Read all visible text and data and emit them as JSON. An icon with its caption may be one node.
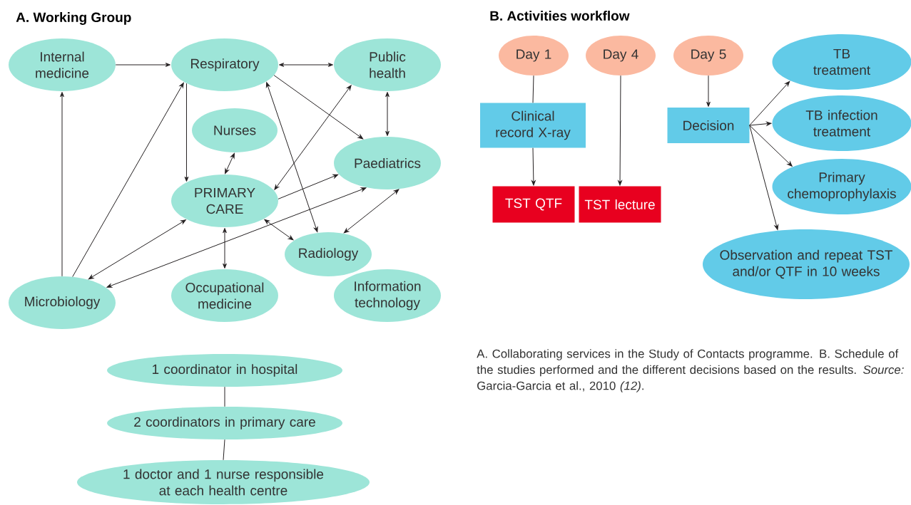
{
  "diagram": {
    "caption": "A. Collaborating services in the Study of Contacts programme. B. Schedule of the studies performed and the different decisions based on the results. *Source:* Garcia-Garcia et al., 2010 *(12)*.",
    "labels": [
      "A. Working Group",
      "B. Activities workflow"
    ],
    "nodes": [
      {
        "text": [
          "Internal medicine"
        ]
      },
      {
        "text": [
          "Respiratory"
        ]
      },
      {
        "text": [
          "Public health"
        ]
      },
      {
        "text": [
          "Nurses"
        ]
      },
      {
        "text": [
          "Paediatrics"
        ]
      },
      {
        "text": [
          "PRIMARY CARE"
        ]
      },
      {
        "text": [
          "Radiology"
        ]
      },
      {
        "text": [
          "Microbiology"
        ]
      },
      {
        "text": [
          "Occupational medicine"
        ]
      },
      {
        "text": [
          "Information technology"
        ]
      },
      {
        "text": [
          "1 coordinator in hospital"
        ]
      },
      {
        "text": [
          "2 coordinators in primary care"
        ]
      },
      {
        "text": [
          "1 doctor and 1 nurse responsible at each health centre"
        ]
      },
      {
        "text": [
          "Day 1"
        ]
      },
      {
        "text": [
          "Day 4"
        ]
      },
      {
        "text": [
          "Day 5"
        ]
      },
      {
        "text": [
          "Clinical record X-ray"
        ]
      },
      {
        "text": [
          "TST QTF"
        ]
      },
      {
        "text": [
          "TST lecture"
        ]
      },
      {
        "text": [
          "Decision"
        ]
      },
      {
        "text": [
          "TB treatment"
        ]
      },
      {
        "text": [
          "TB infection treatment"
        ]
      },
      {
        "text": [
          "Primary chemoprophylaxis"
        ]
      },
      {
        "text": [
          "Observation and repeat TST and/or QTF in 10 weeks"
        ]
      }
    ],
    "edges": [
      {
        "from": 0,
        "to": 1,
        "arrow": "to"
      },
      {
        "from": 1,
        "to": 2,
        "arrow": "both"
      },
      {
        "from": 1,
        "to": 5,
        "arrow": "to"
      },
      {
        "from": 1,
        "to": 4,
        "arrow": "to"
      },
      {
        "from": 1,
        "to": 6,
        "arrow": "both"
      },
      {
        "from": 2,
        "to": 4,
        "arrow": "both"
      },
      {
        "from": 2,
        "to": 5,
        "arrow": "both"
      },
      {
        "from": 3,
        "to": 5,
        "arrow": "both"
      },
      {
        "from": 5,
        "to": 4,
        "arrow": "to"
      },
      {
        "from": 7,
        "to": 4,
        "arrow": "both"
      },
      {
        "from": 4,
        "to": 6,
        "arrow": "both"
      },
      {
        "from": 5,
        "to": 6,
        "arrow": "both"
      },
      {
        "from": 5,
        "to": 7,
        "arrow": "both"
      },
      {
        "from": 5,
        "to": 8,
        "arrow": "both"
      },
      {
        "from": 7,
        "to": 0,
        "arrow": "to"
      },
      {
        "from": 7,
        "to": 1,
        "arrow": "to"
      },
      {
        "from": 10,
        "to": 11,
        "arrow": "none"
      },
      {
        "from": 11,
        "to": 12,
        "arrow": "none"
      },
      {
        "from": 13,
        "to": 16,
        "arrow": "none"
      },
      {
        "from": 16,
        "to": 17,
        "arrow": "to"
      },
      {
        "from": 14,
        "to": 18,
        "arrow": "to"
      },
      {
        "from": 15,
        "to": 19,
        "arrow": "to"
      },
      {
        "from": 19,
        "to": 20,
        "arrow": "to"
      },
      {
        "from": 19,
        "to": 21,
        "arrow": "to"
      },
      {
        "from": 19,
        "to": 22,
        "arrow": "to"
      },
      {
        "from": 19,
        "to": 23,
        "arrow": "to"
      }
    ]
  }
}
